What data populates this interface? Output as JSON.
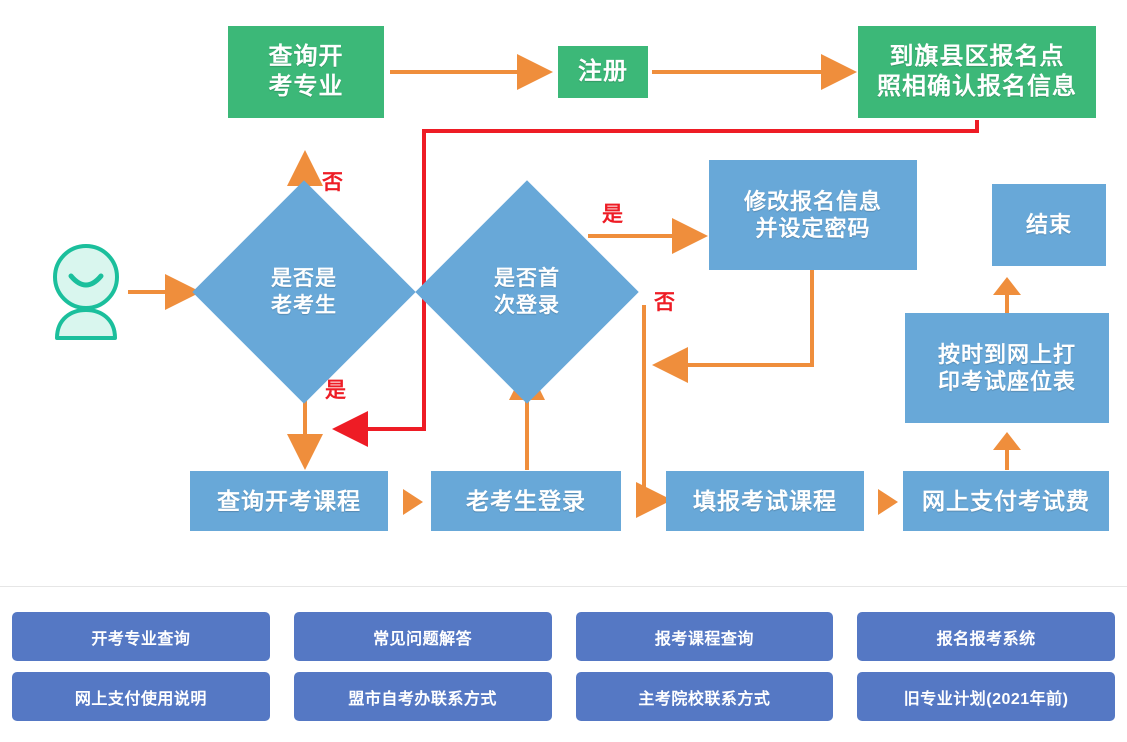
{
  "flowchart": {
    "avatar": {
      "icon": "smiley-person-icon",
      "color": "#1bbf9c"
    },
    "nodes": {
      "query_major": {
        "label": "查询开\n考专业",
        "type": "process",
        "color": "#3cb878"
      },
      "register": {
        "label": "注册",
        "type": "process",
        "color": "#3cb878"
      },
      "confirm_onsite": {
        "label": "到旗县区报名点\n照相确认报名信息",
        "type": "process",
        "color": "#3cb878"
      },
      "is_old_candidate": {
        "label": "是否是\n老考生",
        "type": "decision",
        "color": "#68a8d8"
      },
      "is_first_login": {
        "label": "是否首\n次登录",
        "type": "decision",
        "color": "#68a8d8"
      },
      "edit_info": {
        "label": "修改报名信息\n并设定密码",
        "type": "process",
        "color": "#68a8d8"
      },
      "end": {
        "label": "结束",
        "type": "terminator",
        "color": "#68a8d8"
      },
      "print_seat": {
        "label": "按时到网上打\n印考试座位表",
        "type": "process",
        "color": "#68a8d8"
      },
      "query_course": {
        "label": "查询开考课程",
        "type": "process",
        "color": "#68a8d8"
      },
      "old_login": {
        "label": "老考生登录",
        "type": "process",
        "color": "#68a8d8"
      },
      "fill_course": {
        "label": "填报考试课程",
        "type": "process",
        "color": "#68a8d8"
      },
      "online_pay": {
        "label": "网上支付考试费",
        "type": "process",
        "color": "#68a8d8"
      }
    },
    "edge_labels": [
      {
        "id": "old-candidate-no",
        "text": "否"
      },
      {
        "id": "old-candidate-yes",
        "text": "是"
      },
      {
        "id": "first-login-yes",
        "text": "是"
      },
      {
        "id": "first-login-no",
        "text": "否"
      }
    ],
    "colors": {
      "green": "#3cb878",
      "blue": "#68a8d8",
      "orange": "#ef8e3c",
      "red": "#ee1c25",
      "avatar_teal": "#1bbf9c"
    }
  },
  "links": {
    "items": [
      {
        "label": "开考专业查询"
      },
      {
        "label": "常见问题解答"
      },
      {
        "label": "报考课程查询"
      },
      {
        "label": "报名报考系统"
      },
      {
        "label": "网上支付使用说明"
      },
      {
        "label": "盟市自考办联系方式"
      },
      {
        "label": "主考院校联系方式"
      },
      {
        "label": "旧专业计划(2021年前)"
      }
    ],
    "color": "#5578c4"
  }
}
